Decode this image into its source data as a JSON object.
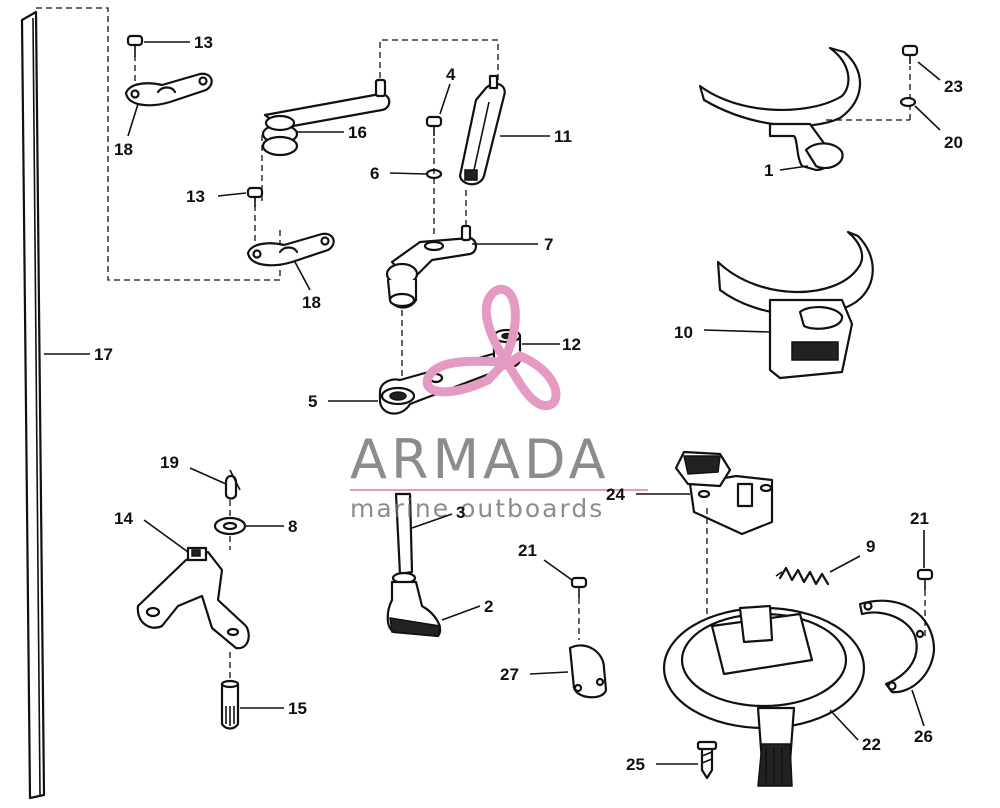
{
  "diagram": {
    "callouts": [
      {
        "id": "c13a",
        "label": "13"
      },
      {
        "id": "c18a",
        "label": "18"
      },
      {
        "id": "c13b",
        "label": "13"
      },
      {
        "id": "c18b",
        "label": "18"
      },
      {
        "id": "c16",
        "label": "16"
      },
      {
        "id": "c4",
        "label": "4"
      },
      {
        "id": "c11",
        "label": "11"
      },
      {
        "id": "c6",
        "label": "6"
      },
      {
        "id": "c7",
        "label": "7"
      },
      {
        "id": "c12",
        "label": "12"
      },
      {
        "id": "c5",
        "label": "5"
      },
      {
        "id": "c17",
        "label": "17"
      },
      {
        "id": "c19",
        "label": "19"
      },
      {
        "id": "c14",
        "label": "14"
      },
      {
        "id": "c8",
        "label": "8"
      },
      {
        "id": "c3",
        "label": "3"
      },
      {
        "id": "c2",
        "label": "2"
      },
      {
        "id": "c15",
        "label": "15"
      },
      {
        "id": "c23",
        "label": "23"
      },
      {
        "id": "c20",
        "label": "20"
      },
      {
        "id": "c1",
        "label": "1"
      },
      {
        "id": "c10",
        "label": "10"
      },
      {
        "id": "c24",
        "label": "24"
      },
      {
        "id": "c9",
        "label": "9"
      },
      {
        "id": "c21a",
        "label": "21"
      },
      {
        "id": "c21b",
        "label": "21"
      },
      {
        "id": "c27",
        "label": "27"
      },
      {
        "id": "c22",
        "label": "22"
      },
      {
        "id": "c26",
        "label": "26"
      },
      {
        "id": "c25",
        "label": "25"
      }
    ]
  },
  "watermark": {
    "brand": "ARMADA",
    "tagline": "marine outboards",
    "color": "#e59ac4"
  }
}
